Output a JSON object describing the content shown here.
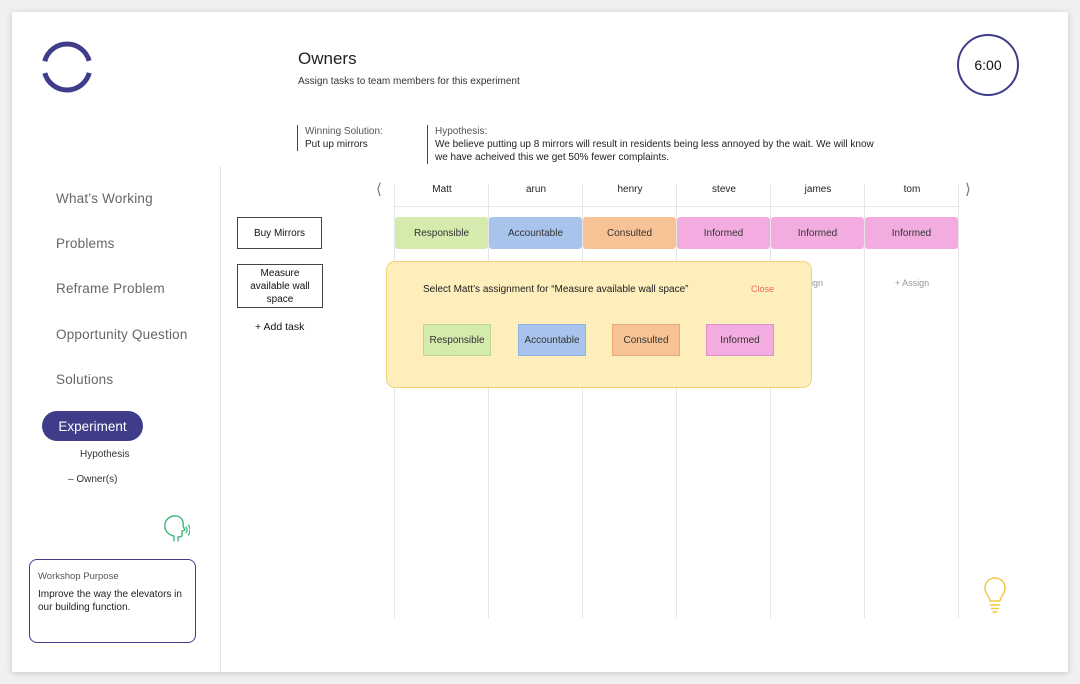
{
  "header": {
    "title": "Owners",
    "subtitle": "Assign tasks to team members for this experiment",
    "timer": "6:00"
  },
  "context": {
    "solution_label": "Winning Solution:",
    "solution_value": "Put up mirrors",
    "hypothesis_label": "Hypothesis:",
    "hypothesis_text": "We believe putting up 8 mirrors will result in residents being less annoyed by the wait. We will know we have acheived this we get 50% fewer complaints."
  },
  "sidebar": {
    "items": [
      {
        "label": "What’s Working"
      },
      {
        "label": "Problems"
      },
      {
        "label": "Reframe Problem"
      },
      {
        "label": "Opportunity Question"
      },
      {
        "label": "Solutions"
      },
      {
        "label": "Experiment"
      }
    ],
    "subitems": [
      {
        "label": "Hypothesis"
      },
      {
        "label": "–  Owner(s)"
      }
    ],
    "purpose": {
      "label": "Workshop Purpose",
      "text": "Improve the way the elevators in our building function."
    }
  },
  "tasks": {
    "items": [
      {
        "label": "Buy Mirrors"
      },
      {
        "label": "Measure available wall space"
      }
    ],
    "add_label": "+ Add task"
  },
  "grid": {
    "members": [
      "Matt",
      "arun",
      "henry",
      "steve",
      "james",
      "tom"
    ],
    "row1": [
      "Responsible",
      "Accountable",
      "Consulted",
      "Informed",
      "Informed",
      "Informed"
    ],
    "assign_label": "+ Assign",
    "assign_partial": "Assign"
  },
  "popup": {
    "title": "Select Matt’s assignment for “Measure available wall space”",
    "close_label": "Close",
    "options": [
      "Responsible",
      "Accountable",
      "Consulted",
      "Informed"
    ]
  },
  "colors": {
    "brand": "#3f3d8a",
    "responsible": "#d5eaad",
    "accountable": "#a8c4ec",
    "consulted": "#f7c295",
    "informed": "#f3acdf",
    "popup_bg": "#fdeebb",
    "close": "#ef6a6a"
  },
  "icons": {
    "logo": "ring-logo-icon",
    "assistant": "speaking-head-icon",
    "tip": "lightbulb-icon",
    "prev": "chevron-left-icon",
    "next": "chevron-right-icon"
  }
}
